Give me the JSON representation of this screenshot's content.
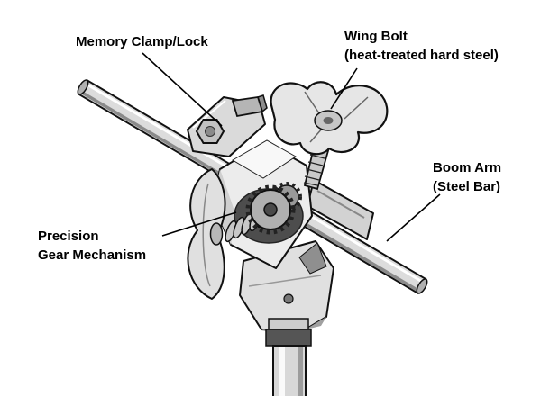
{
  "figure": {
    "background": "#ffffff",
    "line_color": "#000000",
    "metal_light": "#ececec",
    "metal_mid": "#c8c8c8",
    "metal_dark": "#4d4d4d",
    "labels": {
      "memory_clamp": {
        "line1": "Memory Clamp/Lock"
      },
      "wing_bolt": {
        "line1": "Wing Bolt",
        "line2": "(heat-treated hard steel)"
      },
      "boom_arm": {
        "line1": "Boom Arm",
        "line2": "(Steel Bar)"
      },
      "gear_mechanism": {
        "line1": "Precision",
        "line2": "Gear Mechanism"
      }
    }
  }
}
